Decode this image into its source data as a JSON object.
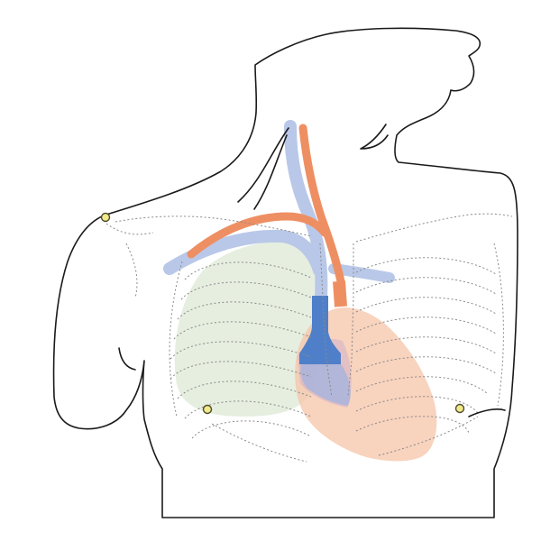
{
  "figure": {
    "subject": "torso-anatomy",
    "view": "anterior-oblique",
    "colors": {
      "background": "#ffffff",
      "outline": "#1a1a1a",
      "rib_dots": "#8a8a8a",
      "lung_fill": "#dde8d6",
      "heart_fill": "#f6c4a8",
      "artery": "#ee8f63",
      "vein_dark": "#4f7fc9",
      "vein_light": "#b9c8e8",
      "marker_fill": "#f2e98a",
      "marker_stroke": "#4b4b2e"
    },
    "markers": [
      {
        "name": "shoulder-marker"
      },
      {
        "name": "left-chest-marker"
      },
      {
        "name": "right-chest-marker"
      }
    ]
  }
}
